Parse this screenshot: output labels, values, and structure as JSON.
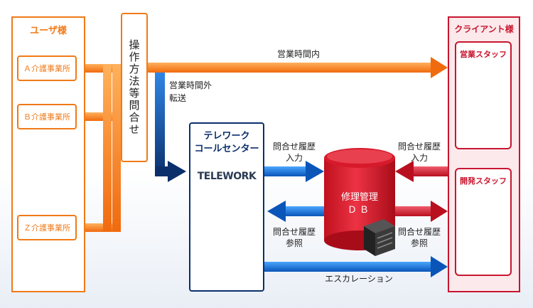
{
  "users": {
    "title": "ユーザ様",
    "facilities": [
      "Ａ介護事業所",
      "Ｂ介護事業所",
      "Ｚ介護事業所"
    ]
  },
  "inquiry": {
    "label": "操作方法等問合せ"
  },
  "flows": {
    "business_hours": "営業時間内",
    "after_hours": "営業時間外",
    "transfer": "転送",
    "history_input_left": "問合せ履歴\n入力",
    "history_input_right": "問合せ履歴\n入力",
    "history_ref_left": "問合せ履歴\n参照",
    "history_ref_right": "問合せ履歴\n参照",
    "escalation": "エスカレーション"
  },
  "callcenter": {
    "title_line1": "テレワーク",
    "title_line2": "コールセンター",
    "logo": "TELEWORK"
  },
  "db": {
    "line1": "修理管理",
    "line2": "ＤＢ"
  },
  "client": {
    "title": "クライアント様",
    "sales": "営業スタッフ",
    "dev": "開発スタッフ"
  },
  "colors": {
    "orange": "#f07a18",
    "blue": "#0f66c8",
    "navy": "#0b2f6b",
    "red": "#c8162f"
  }
}
